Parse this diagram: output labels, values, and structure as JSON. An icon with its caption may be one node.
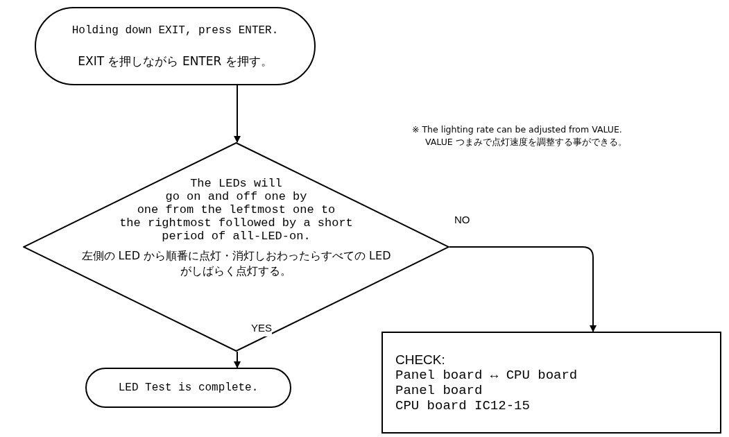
{
  "diagram": {
    "nodes": [
      {
        "text": [
          "Holding down EXIT, press ENTER.",
          "EXIT を押しながら ENTER を押す。"
        ]
      },
      {
        "text": [
          "The LEDs will go on and off one by one from the leftmost one to the rightmost followed by a short period of all-LED-on.",
          "左側の LED から順番に点灯・消灯しおわったらすべての LED がしばらく点灯する。"
        ]
      },
      {
        "text": [
          "LED Test is complete."
        ]
      },
      {
        "text": [
          "CHECK:",
          "Panel board ↔ CPU board",
          "Panel board",
          "CPU board IC12-15"
        ]
      }
    ],
    "edges": [
      {
        "from": 0,
        "to": 1,
        "arrow": "to"
      },
      {
        "from": 1,
        "to": 2,
        "arrow": "to",
        "label": "YES"
      },
      {
        "from": 1,
        "to": 3,
        "arrow": "to",
        "label": "NO"
      }
    ],
    "labels": [
      "※ The lighting rate can be adjusted from VALUE.",
      "VALUE つまみで点灯速度を調整する事ができる。"
    ]
  }
}
